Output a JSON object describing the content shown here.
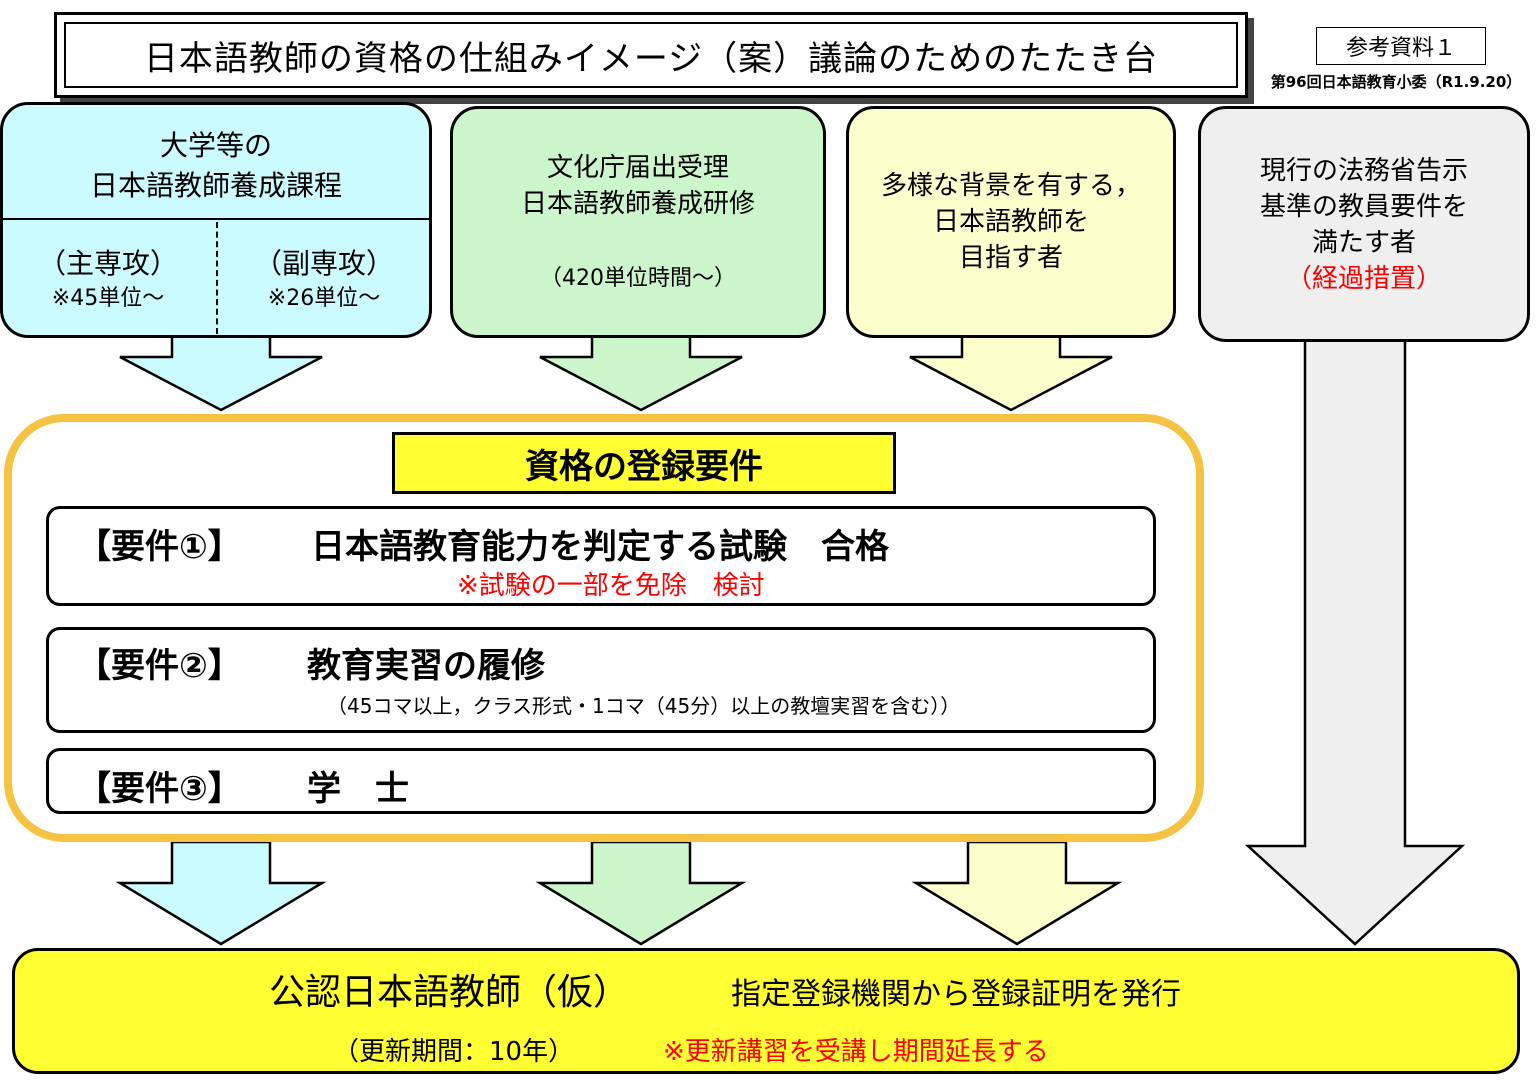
{
  "title": "日本語教師の資格の仕組みイメージ（案）議論のためのたたき台",
  "reference_label": "参考資料１",
  "meeting_info": "第96回日本語教育小委（R1.9.20）",
  "sources": {
    "university": {
      "line1": "大学等の",
      "line2": "日本語教師養成課程",
      "major_label": "（主専攻）",
      "major_units": "※45単位～",
      "minor_label": "（副専攻）",
      "minor_units": "※26単位～"
    },
    "bunkacho": {
      "line1": "文化庁届出受理",
      "line2": "日本語教師養成研修",
      "hours": "（420単位時間～）"
    },
    "diverse": {
      "line1": "多様な背景を有する，",
      "line2": "日本語教師を",
      "line3": "目指す者"
    },
    "current": {
      "line1": "現行の法務省告示",
      "line2": "基準の教員要件を",
      "line3": "満たす者",
      "note": "（経過措置）"
    }
  },
  "requirements": {
    "heading": "資格の登録要件",
    "items": [
      {
        "label": "【要件①】",
        "text": "日本語教育能力を判定する試験　合格",
        "note": "※試験の一部を免除　検討"
      },
      {
        "label": "【要件②】",
        "text": "教育実習の履修",
        "note": "（45コマ以上，クラス形式・1コマ（45分）以上の教壇実習を含む））"
      },
      {
        "label": "【要件③】",
        "text": "学　士",
        "note": ""
      }
    ]
  },
  "result": {
    "title": "公認日本語教師（仮）",
    "subtitle": "指定登録機関から登録証明を発行",
    "period": "（更新期間：10年）",
    "renewal_note": "※更新講習を受講し期間延長する"
  },
  "colors": {
    "university": "#ccfbff",
    "bunkacho": "#ccf5cc",
    "diverse": "#fcffcc",
    "current": "#efefef",
    "frame": "#f5c242",
    "highlight": "#ffff33",
    "note_red": "#ff0000"
  }
}
